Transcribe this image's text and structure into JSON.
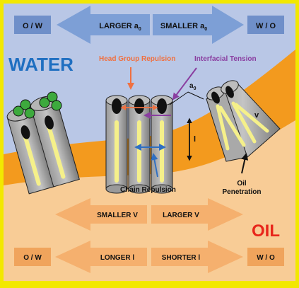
{
  "regions": {
    "water_label": "WATER",
    "oil_label": "OIL"
  },
  "top_arrows": {
    "left_box": "O / W",
    "right_box": "W / O",
    "left_arrow": "LARGER a",
    "left_arrow_sub": "0",
    "right_arrow": "SMALLER a",
    "right_arrow_sub": "0"
  },
  "annotations": {
    "head_group_repulsion": "Head Group Repulsion",
    "interfacial_tension": "Interfacial Tension",
    "a0": "a",
    "a0_sub": "0",
    "chain_length": "l",
    "volume": "v",
    "chain_repulsion": "Chain Repulsion",
    "oil_penetration_line1": "Oil",
    "oil_penetration_line2": "Penetration"
  },
  "bottom_arrows": {
    "row1_left": "SMALLER V",
    "row1_right": "LARGER V",
    "row2_left_box": "O / W",
    "row2_right_box": "W / O",
    "row2_left": "LONGER l",
    "row2_right": "SHORTER l"
  },
  "colors": {
    "border": "#f2e800",
    "water": "#b9c7e6",
    "interface_band": "#f39a1e",
    "oil": "#f8cc96",
    "water_text": "#1f6fc1",
    "oil_text": "#e8261b",
    "arrow_blue": "#7d9fd6",
    "box_blue": "#6f8fc9",
    "arrow_orange": "#f5b06e",
    "box_orange": "#f0a45c",
    "head_repulsion": "#f07040",
    "interfacial_tension": "#8a3ea0",
    "chain_arrow": "#2f6fc2",
    "cylinder": "#8e8e8e",
    "chain": "#f5f08a",
    "head_green": "#3daa3d"
  }
}
